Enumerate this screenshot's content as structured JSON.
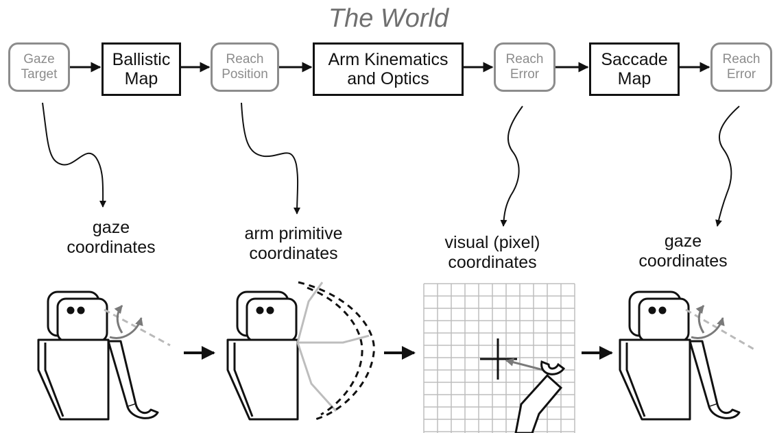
{
  "title": "The World",
  "pipeline": {
    "signals": [
      "Gaze\nTarget",
      "Reach\nPosition",
      "Reach\nError",
      "Reach\nError"
    ],
    "processes": [
      "Ballistic\nMap",
      "Arm Kinematics\nand Optics",
      "Saccade\nMap"
    ]
  },
  "frames": {
    "labels": [
      "gaze\ncoordinates",
      "arm primitive\ncoordinates",
      "visual (pixel)\ncoordinates",
      "gaze\ncoordinates"
    ]
  },
  "colors": {
    "ink": "#111111",
    "muted": "#8c8c8c",
    "light": "#c8c8c8",
    "title": "#6f6f6f"
  }
}
